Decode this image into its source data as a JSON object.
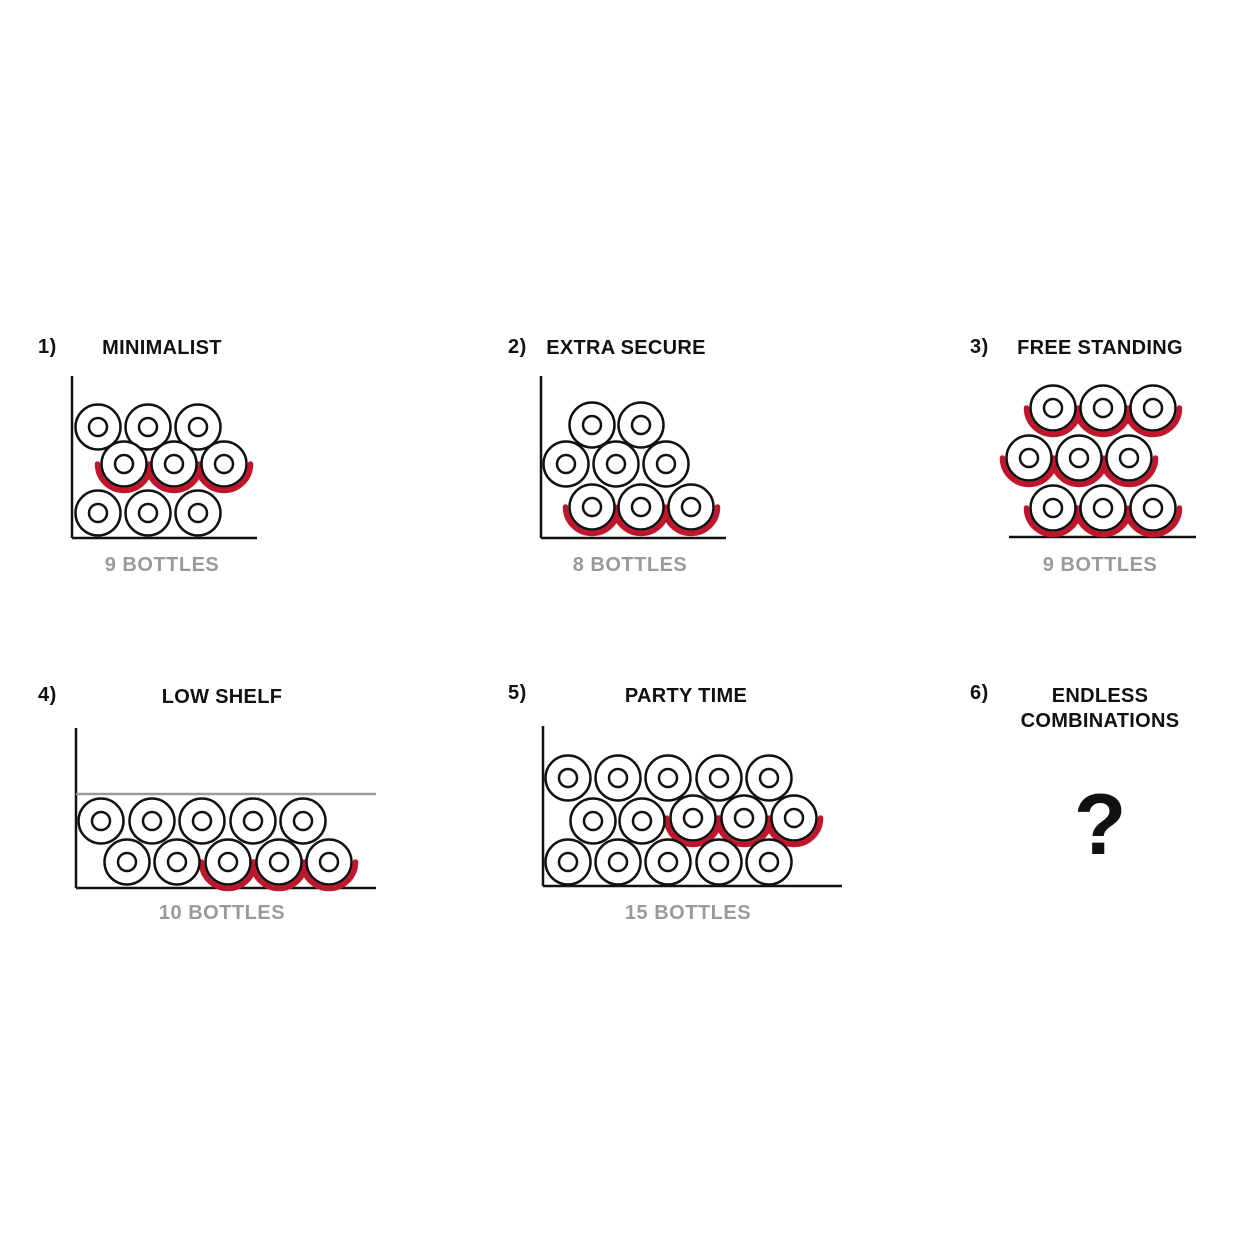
{
  "accent_color": "#c0152a",
  "panels": [
    {
      "number": "1)",
      "title": "MINIMALIST",
      "count": "9 BOTTLES"
    },
    {
      "number": "2)",
      "title": "EXTRA SECURE",
      "count": "8 BOTTLES"
    },
    {
      "number": "3)",
      "title": "FREE STANDING",
      "count": "9 BOTTLES"
    },
    {
      "number": "4)",
      "title": "LOW SHELF",
      "count": "10 BOTTLES"
    },
    {
      "number": "5)",
      "title": "PARTY TIME",
      "count": "15 BOTTLES"
    },
    {
      "number": "6)",
      "title_line1": "ENDLESS",
      "title_line2": "COMBINATIONS",
      "symbol": "?"
    }
  ]
}
